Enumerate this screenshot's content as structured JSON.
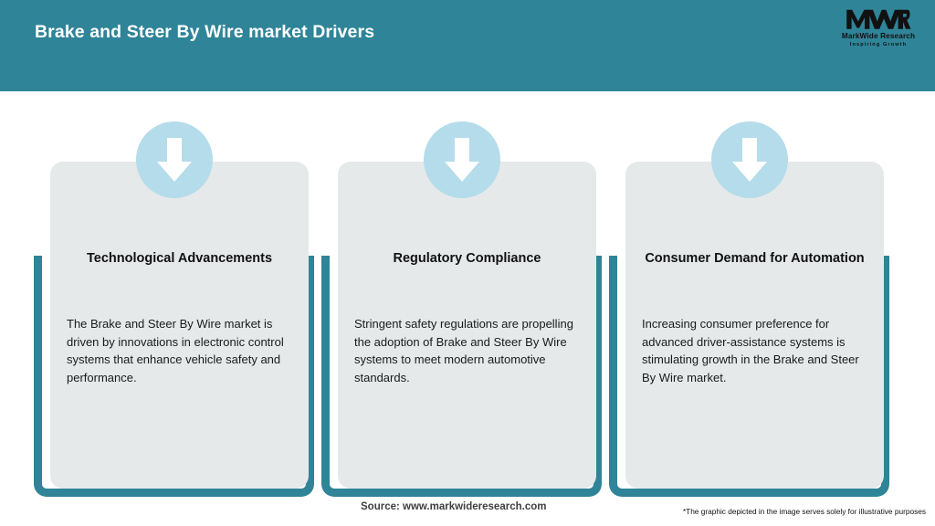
{
  "header": {
    "title": "Brake and Steer By Wire market Drivers",
    "background_color": "#2F8498",
    "title_color": "#ffffff"
  },
  "logo": {
    "monogram": "MWR",
    "name": "MarkWide Research",
    "tagline": "Inspiring Growth"
  },
  "theme": {
    "accent_teal": "#2F8498",
    "card_background": "#E6E9EA",
    "icon_badge_color": "#B5DCEA",
    "icon_arrow_color": "#ffffff",
    "page_background": "#ffffff"
  },
  "cards": [
    {
      "icon": "arrow-down-icon",
      "title": "Technological Advancements",
      "body": "The Brake and Steer By Wire market is driven by innovations in electronic control systems that enhance vehicle safety and performance."
    },
    {
      "icon": "arrow-down-icon",
      "title": "Regulatory Compliance",
      "body": "Stringent safety regulations are propelling the adoption of Brake and Steer By Wire systems to meet modern automotive standards."
    },
    {
      "icon": "arrow-down-icon",
      "title": "Consumer Demand for Automation",
      "body": "Increasing consumer preference for advanced driver-assistance systems is stimulating growth in the Brake and Steer By Wire market."
    }
  ],
  "footer": {
    "source": "Source: www.markwideresearch.com",
    "disclaimer": "*The graphic depicted in the image serves solely for illustrative purposes"
  }
}
